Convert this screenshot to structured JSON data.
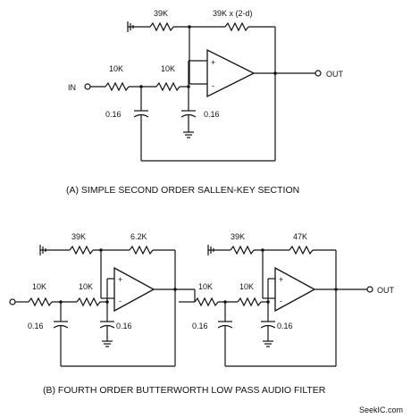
{
  "circuit_a": {
    "r_fb1": "39K",
    "r_fb2": "39K x (2-d)",
    "r_in1": "10K",
    "r_in2": "10K",
    "c1": "0.16",
    "c2": "0.16",
    "input_label": "IN",
    "output_label": "OUT",
    "plus": "+",
    "minus": "-",
    "caption": "(A) SIMPLE SECOND ORDER SALLEN-KEY SECTION"
  },
  "circuit_b": {
    "stage1": {
      "r_fb1": "39K",
      "r_fb2": "6.2K",
      "r_in1": "10K",
      "r_in2": "10K",
      "c1": "0.16",
      "c2": "0.16",
      "plus": "+",
      "minus": "-"
    },
    "stage2": {
      "r_fb1": "39K",
      "r_fb2": "47K",
      "r_in1": "10K",
      "r_in2": "10K",
      "c1": "0.16",
      "c2": "0.16",
      "plus": "+",
      "minus": "-"
    },
    "output_label": "OUT",
    "caption": "(B) FOURTH ORDER BUTTERWORTH LOW PASS AUDIO FILTER"
  },
  "watermark": "SeekIC.com"
}
